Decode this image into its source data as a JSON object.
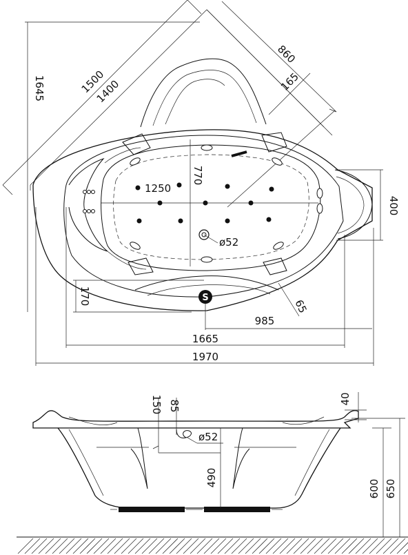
{
  "plan_view": {
    "dims": {
      "top_width_outer": "1500",
      "top_width_inner": "1400",
      "diag_outer": "860",
      "diag_inner": "165",
      "height_left": "1645",
      "inner_length": "1250",
      "inner_width": "770",
      "drain_dia": "ø52",
      "side_400": "400",
      "left_170": "170",
      "rim_65": "65",
      "offset_985": "985",
      "width_1665": "1665",
      "width_1970": "1970"
    },
    "drain_label": "S"
  },
  "side_view": {
    "dims": {
      "rim_150": "150",
      "rim_85": "85",
      "drain_dia": "ø52",
      "rim_40": "40",
      "depth_490": "490",
      "height_600": "600",
      "height_650": "650"
    }
  }
}
